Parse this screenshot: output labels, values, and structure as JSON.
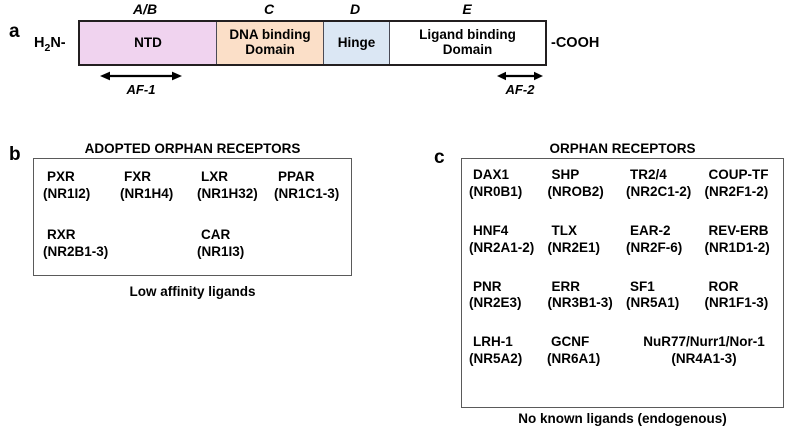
{
  "panel_a": {
    "letter": "a",
    "n_terminus": "H2N-",
    "n_terminus_prefix": "H",
    "n_terminus_sub": "2",
    "n_terminus_suffix": "N-",
    "c_terminus": "-COOH",
    "region_labels": [
      "A/B",
      "C",
      "D",
      "E"
    ],
    "segments": [
      {
        "id": "ntd",
        "label": "NTD",
        "color": "#f0d3ef"
      },
      {
        "id": "dbd",
        "label": "DNA binding\nDomain",
        "color": "#fbdfc8",
        "line1": "DNA binding",
        "line2": "Domain"
      },
      {
        "id": "hinge",
        "label": "Hinge",
        "color": "#dbe7f4"
      },
      {
        "id": "lbd",
        "label": "Ligand binding\nDomain",
        "color": "#ffffff",
        "line1": "Ligand binding",
        "line2": "Domain"
      }
    ],
    "activation_functions": [
      {
        "id": "af1",
        "label": "AF-1"
      },
      {
        "id": "af2",
        "label": "AF-2"
      }
    ]
  },
  "panel_b": {
    "letter": "b",
    "heading": "ADOPTED ORPHAN RECEPTORS",
    "caption": "Low affinity ligands",
    "rows": [
      [
        {
          "name": "PXR",
          "code": "(NR1I2)"
        },
        {
          "name": "FXR",
          "code": "(NR1H4)"
        },
        {
          "name": "LXR",
          "code": "(NR1H32)"
        },
        {
          "name": "PPAR",
          "code": "(NR1C1-3)"
        }
      ],
      [
        {
          "name": "RXR",
          "code": "(NR2B1-3)"
        },
        {
          "name": "",
          "code": ""
        },
        {
          "name": "CAR",
          "code": "(NR1I3)"
        },
        {
          "name": "",
          "code": ""
        }
      ]
    ]
  },
  "panel_c": {
    "letter": "c",
    "heading": "ORPHAN RECEPTORS",
    "caption": "No known ligands (endogenous)",
    "rows": [
      [
        {
          "name": "DAX1",
          "code": "(NR0B1)"
        },
        {
          "name": "SHP",
          "code": "(NROB2)"
        },
        {
          "name": "TR2/4",
          "code": "(NR2C1-2)"
        },
        {
          "name": "COUP-TF",
          "code": "(NR2F1-2)"
        }
      ],
      [
        {
          "name": "HNF4",
          "code": "(NR2A1-2)"
        },
        {
          "name": "TLX",
          "code": "(NR2E1)"
        },
        {
          "name": "EAR-2",
          "code": "(NR2F-6)"
        },
        {
          "name": "REV-ERB",
          "code": "(NR1D1-2)"
        }
      ],
      [
        {
          "name": "PNR",
          "code": "(NR2E3)"
        },
        {
          "name": "ERR",
          "code": "(NR3B1-3)"
        },
        {
          "name": "SF1",
          "code": "(NR5A1)"
        },
        {
          "name": "ROR",
          "code": "(NR1F1-3)"
        }
      ],
      [
        {
          "name": "LRH-1",
          "code": "(NR5A2)"
        },
        {
          "name": "GCNF",
          "code": "(NR6A1)"
        },
        {
          "name": "NuR77/Nurr1/Nor-1",
          "code": "(NR4A1-3)"
        }
      ]
    ]
  }
}
